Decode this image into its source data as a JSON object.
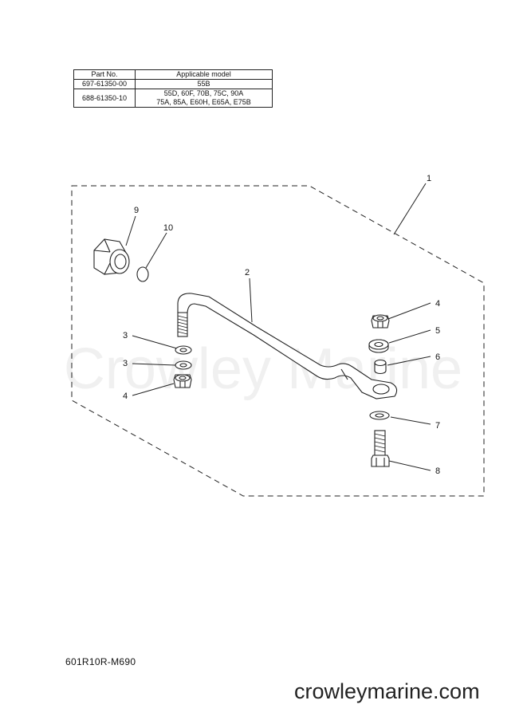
{
  "table": {
    "header": {
      "part_no": "Part No.",
      "model": "Applicable model"
    },
    "rows": [
      {
        "part_no": "697-61350-00",
        "models": [
          "55B"
        ]
      },
      {
        "part_no": "688-61350-10",
        "models": [
          "55D, 60F, 70B, 75C, 90A",
          "75A, 85A, E60H, E65A, E75B"
        ]
      }
    ]
  },
  "callouts": {
    "c1": "1",
    "c2": "2",
    "c3a": "3",
    "c3b": "3",
    "c4a": "4",
    "c4b": "4",
    "c5": "5",
    "c6": "6",
    "c7": "7",
    "c8": "8",
    "c9": "9",
    "c10": "10"
  },
  "watermark": "Crowley Marine",
  "figure_code": "601R10R-M690",
  "site_url": "crowleymarine.com"
}
